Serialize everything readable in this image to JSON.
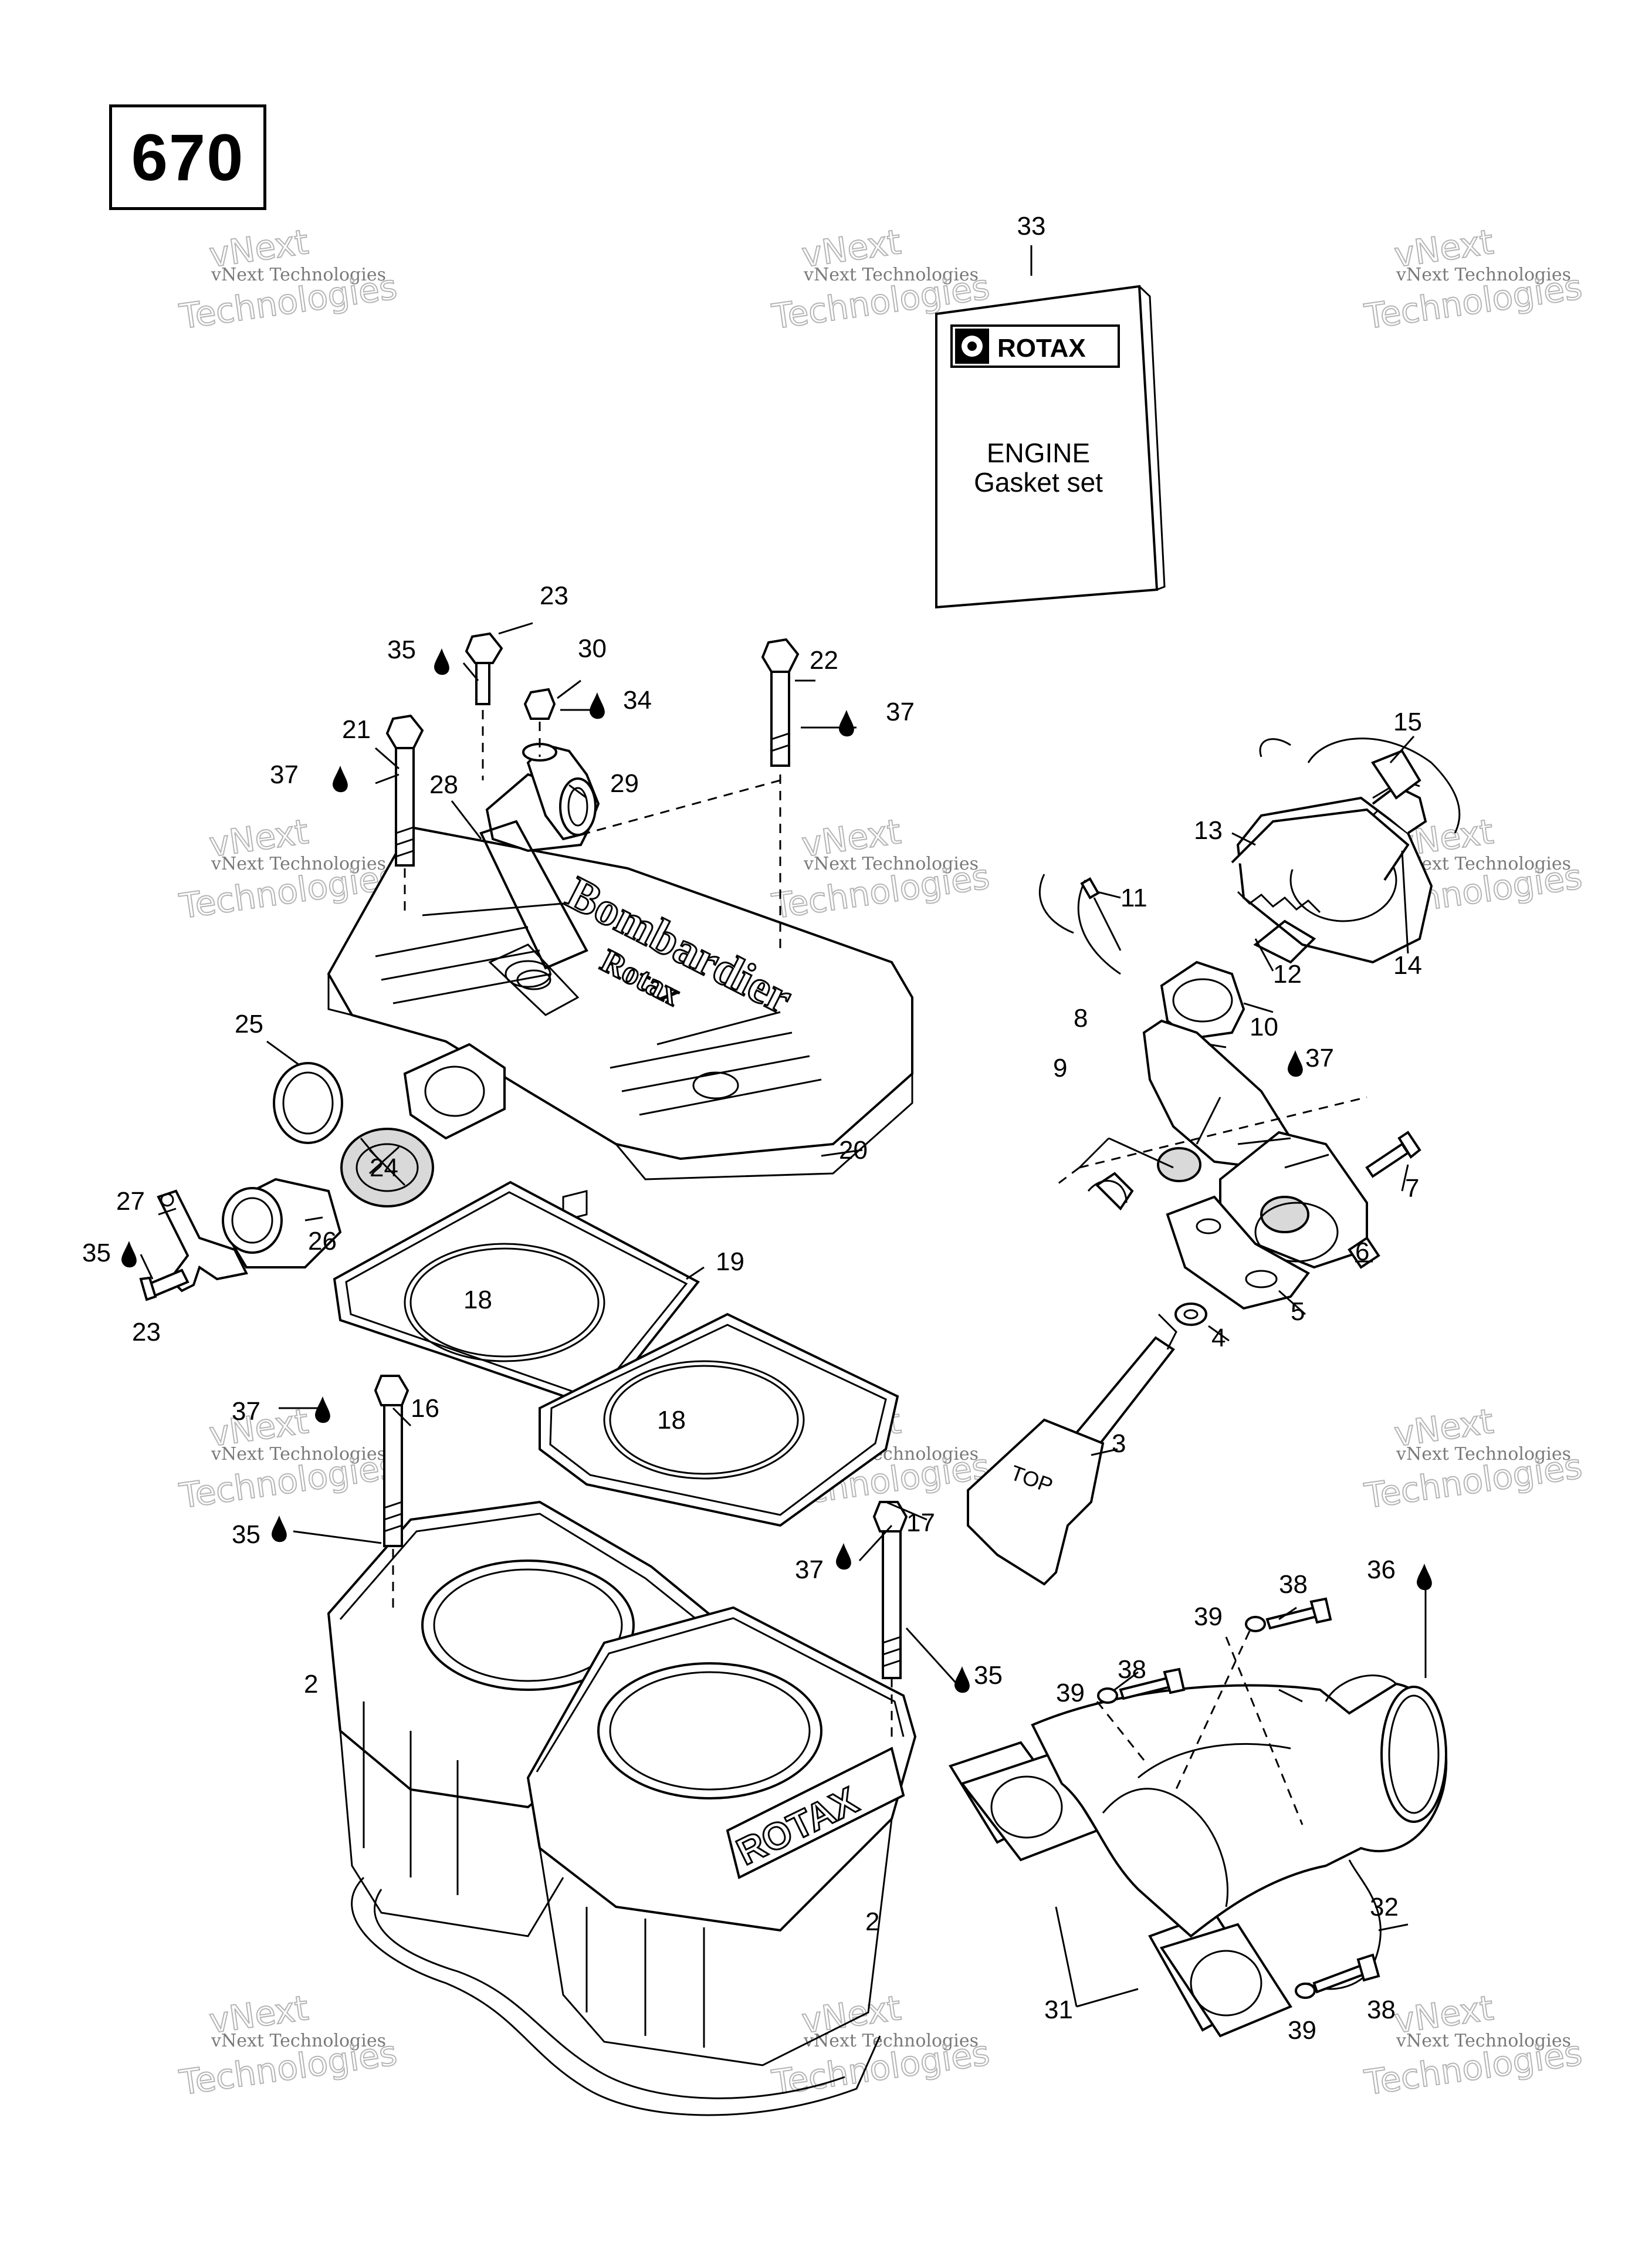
{
  "section_number": "670",
  "gasket_kit": {
    "brand": "ROTAX",
    "line1": "ENGINE",
    "line2": "Gasket set",
    "callout": "33"
  },
  "watermark": {
    "small": "vNext Technologies",
    "big_top": "vNext",
    "big_bottom": "Technologies"
  },
  "engraving": {
    "head": "Bombardier",
    "head_sub": "Rotax",
    "cylinder": "ROTAX",
    "exhaust_tag": "TOP"
  },
  "callouts": {
    "c2a": "2",
    "c2b": "2",
    "c3": "3",
    "c4": "4",
    "c5": "5",
    "c6": "6",
    "c7": "7",
    "c8": "8",
    "c9": "9",
    "c10": "10",
    "c11": "11",
    "c12": "12",
    "c13": "13",
    "c14": "14",
    "c15": "15",
    "c16": "16",
    "c17": "17",
    "c18a": "18",
    "c18b": "18",
    "c19": "19",
    "c20": "20",
    "c21": "21",
    "c22": "22",
    "c23a": "23",
    "c23b": "23",
    "c24": "24",
    "c25": "25",
    "c26": "26",
    "c27": "27",
    "c28": "28",
    "c29": "29",
    "c30": "30",
    "c31": "31",
    "c32": "32",
    "c34": "34",
    "c35a": "35",
    "c35b": "35",
    "c35c": "35",
    "c35d": "35",
    "c36": "36",
    "c37a": "37",
    "c37b": "37",
    "c37c": "37",
    "c37d": "37",
    "c37e": "37",
    "c38a": "38",
    "c38b": "38",
    "c38c": "38",
    "c39a": "39",
    "c39b": "39",
    "c39c": "39"
  },
  "colors": {
    "line": "#000000",
    "watermark": "#7a7a7a",
    "background": "#ffffff"
  }
}
